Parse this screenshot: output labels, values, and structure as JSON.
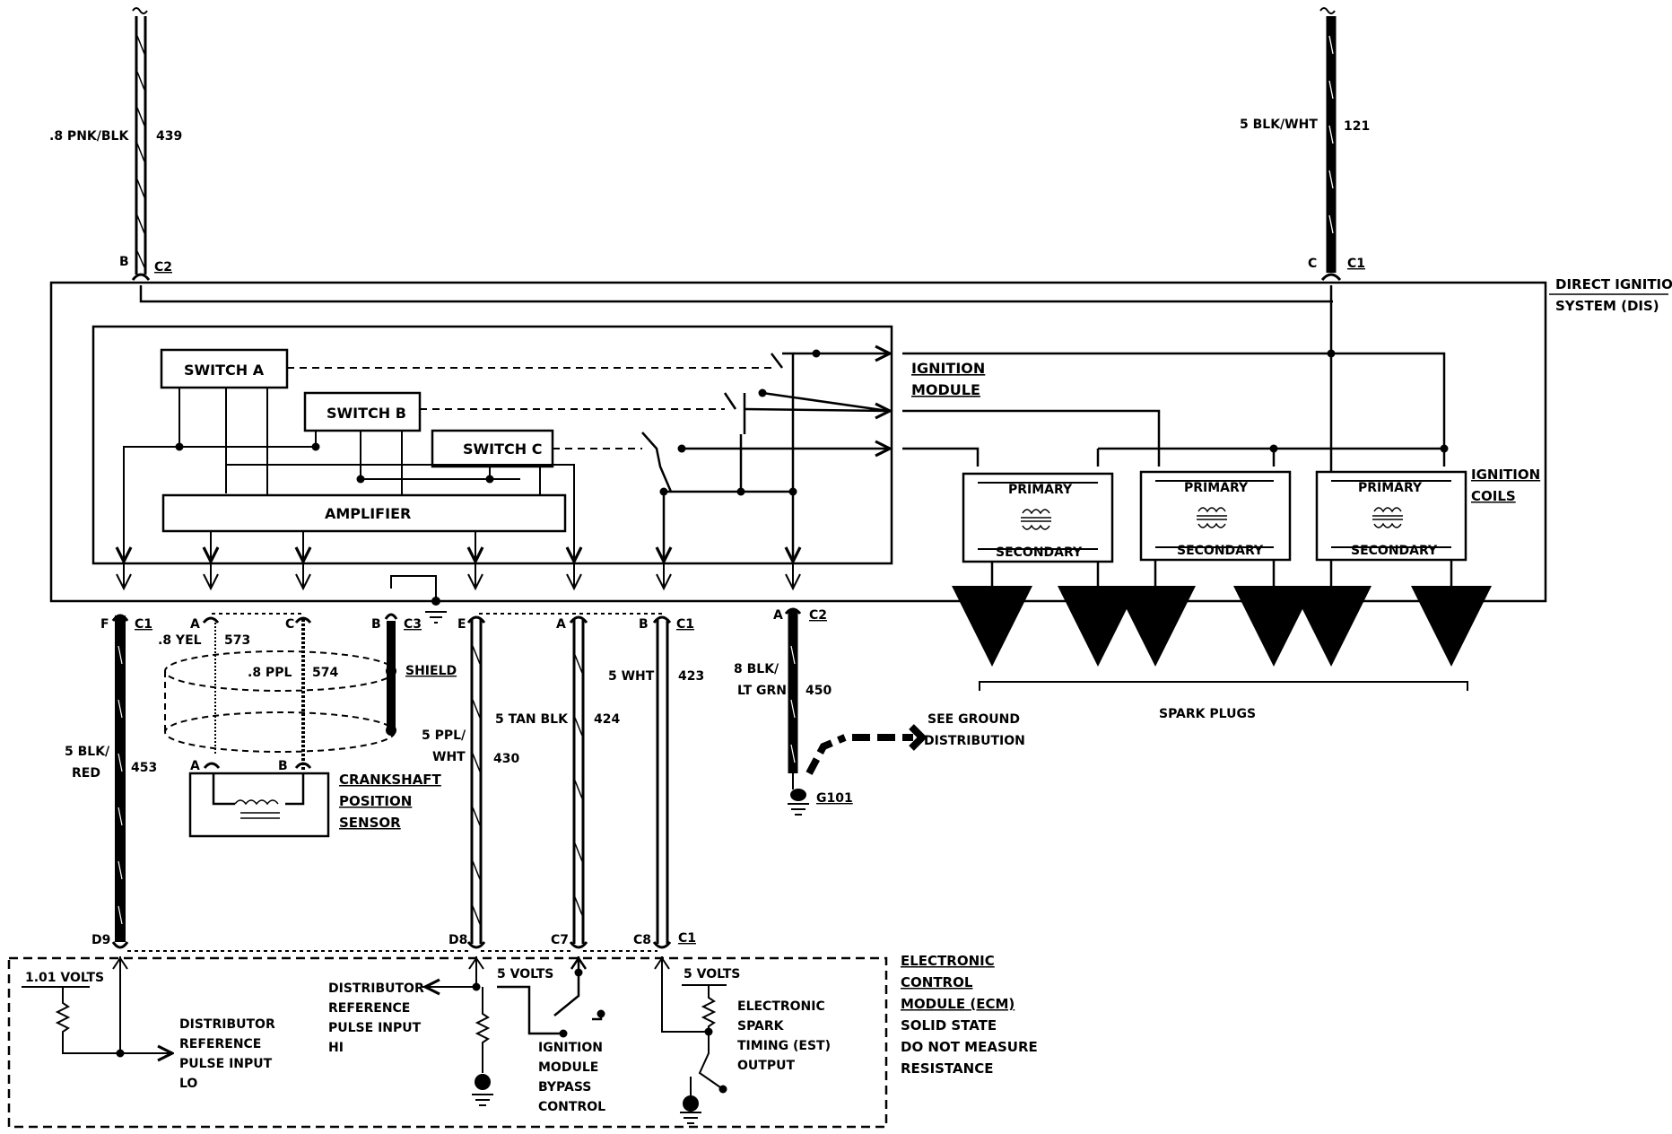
{
  "dis": {
    "title_line1": "DIRECT IGNITION",
    "title_line2": "SYSTEM (DIS)"
  },
  "module": {
    "label_line1": "IGNITION",
    "label_line2": "MODULE"
  },
  "switches": {
    "a": "SWITCH  A",
    "b": "SWITCH B",
    "c": "SWITCH C"
  },
  "amplifier": "AMPLIFIER",
  "coils": {
    "primary": "PRIMARY",
    "secondary": "SECONDARY",
    "label_line1": "IGNITION",
    "label_line2": "COILS"
  },
  "spark_plugs": "SPARK PLUGS",
  "top_wires": {
    "left": {
      "color": ".8 PNK/BLK",
      "circuit": "439",
      "pin": "B",
      "conn": "C2"
    },
    "right": {
      "color": "5 BLK/WHT",
      "circuit": "121",
      "pin": "C",
      "conn": "C1"
    }
  },
  "bottom_pins": {
    "f": "F",
    "c1": "C1",
    "a": "A",
    "c": "C",
    "b": "B",
    "c3": "C3",
    "e": "E",
    "a2": "A",
    "b2": "B",
    "c1b": "C1",
    "a3": "A",
    "c2": "C2"
  },
  "wires": {
    "yel": ".8 YEL",
    "yel_num": "573",
    "ppl": ".8 PPL",
    "ppl_num": "574",
    "shield": "SHIELD",
    "blk_red_1": "5 BLK/",
    "blk_red_2": "RED",
    "blk_red_num": "453",
    "ppl_wht_1": "5 PPL/",
    "ppl_wht_2": "WHT",
    "ppl_wht_num": "430",
    "tan_blk": "5 TAN BLK",
    "tan_blk_num": "424",
    "wht": "5 WHT",
    "wht_num": "423",
    "blk_grn_1": "8 BLK/",
    "blk_grn_2": "LT GRN",
    "blk_grn_num": "450"
  },
  "sensor": {
    "pin_a": "A",
    "pin_b": "B",
    "label_line1": "CRANKSHAFT",
    "label_line2": "POSITION",
    "label_line3": "SENSOR"
  },
  "ground": {
    "see_line1": "SEE GROUND",
    "see_line2": "DISTRIBUTION",
    "g101": "G101"
  },
  "ecm_pins": {
    "d9": "D9",
    "d8": "D8",
    "c7": "C7",
    "c8": "C8",
    "c1": "C1"
  },
  "ecm": {
    "volts_101": "1.01 VOLTS",
    "volts5a": "5 VOLTS",
    "volts5b": "5 VOLTS",
    "drl_1": "DISTRIBUTOR",
    "drl_2": "REFERENCE",
    "drl_3": "PULSE INPUT",
    "drl_4": "LO",
    "drh_1": "DISTRIBUTOR",
    "drh_2": "REFERENCE",
    "drh_3": "PULSE INPUT",
    "drh_4": "HI",
    "bypass_1": "IGNITION",
    "bypass_2": "MODULE",
    "bypass_3": "BYPASS",
    "bypass_4": "CONTROL",
    "est_1": "ELECTRONIC",
    "est_2": "SPARK",
    "est_3": "TIMING (EST)",
    "est_4": "OUTPUT",
    "label_1": "ELECTRONIC",
    "label_2": "CONTROL",
    "label_3": "MODULE (ECM)",
    "label_4": "SOLID STATE",
    "label_5": "DO NOT MEASURE",
    "label_6": "RESISTANCE"
  }
}
